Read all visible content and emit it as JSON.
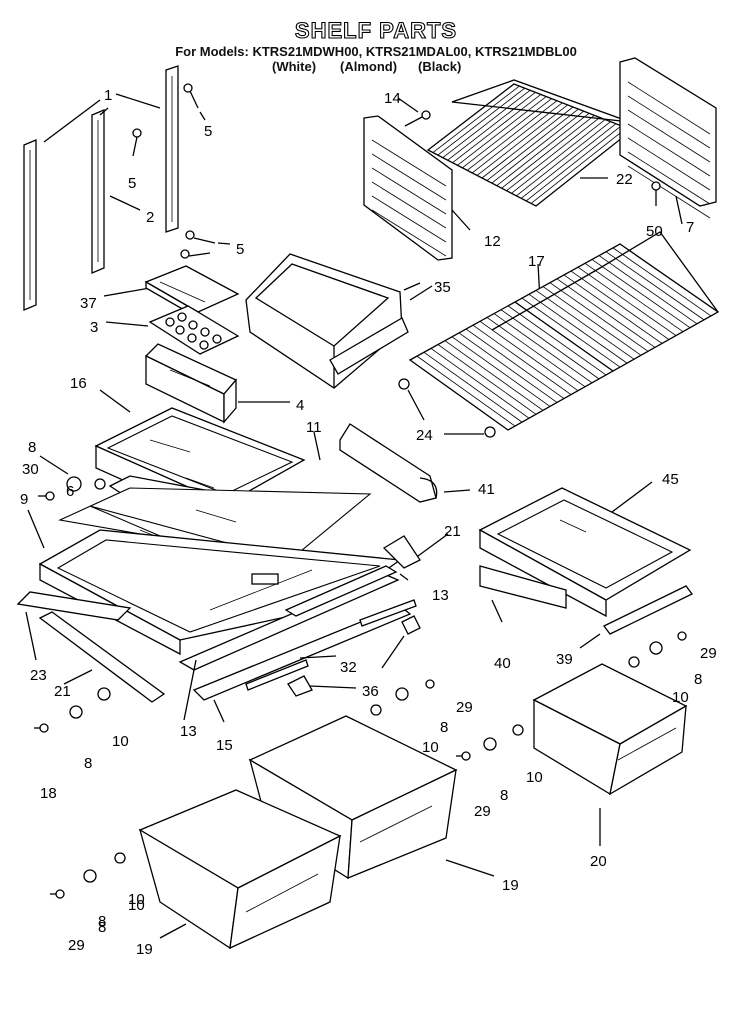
{
  "header": {
    "title": "SHELF PARTS",
    "models": "For Models: KTRS21MDWH00, KTRS21MDAL00, KTRS21MDBL00",
    "finishes": [
      "(White)",
      "(Almond)",
      "(Black)"
    ]
  },
  "callouts": [
    {
      "id": "c1",
      "text": "1"
    },
    {
      "id": "c5a",
      "text": "5"
    },
    {
      "id": "c5b",
      "text": "5"
    },
    {
      "id": "c2",
      "text": "2"
    },
    {
      "id": "c5c",
      "text": "5"
    },
    {
      "id": "c37",
      "text": "37"
    },
    {
      "id": "c3",
      "text": "3"
    },
    {
      "id": "c16",
      "text": "16"
    },
    {
      "id": "c4",
      "text": "4"
    },
    {
      "id": "c14",
      "text": "14"
    },
    {
      "id": "c12",
      "text": "12"
    },
    {
      "id": "c22",
      "text": "22"
    },
    {
      "id": "c50",
      "text": "50"
    },
    {
      "id": "c7",
      "text": "7"
    },
    {
      "id": "c35",
      "text": "35"
    },
    {
      "id": "c17",
      "text": "17"
    },
    {
      "id": "c24",
      "text": "24"
    },
    {
      "id": "c8a",
      "text": "8"
    },
    {
      "id": "c30",
      "text": "30"
    },
    {
      "id": "c6",
      "text": "6"
    },
    {
      "id": "c9",
      "text": "9"
    },
    {
      "id": "c11",
      "text": "11"
    },
    {
      "id": "c41",
      "text": "41"
    },
    {
      "id": "c21a",
      "text": "21"
    },
    {
      "id": "c13a",
      "text": "13"
    },
    {
      "id": "c45",
      "text": "45"
    },
    {
      "id": "c23",
      "text": "23"
    },
    {
      "id": "c21b",
      "text": "21"
    },
    {
      "id": "c13b",
      "text": "13"
    },
    {
      "id": "c32",
      "text": "32"
    },
    {
      "id": "c36",
      "text": "36"
    },
    {
      "id": "c40",
      "text": "40"
    },
    {
      "id": "c39",
      "text": "39"
    },
    {
      "id": "c29a",
      "text": "29"
    },
    {
      "id": "c8b",
      "text": "8"
    },
    {
      "id": "c10a",
      "text": "10"
    },
    {
      "id": "c15",
      "text": "15"
    },
    {
      "id": "c10b",
      "text": "10"
    },
    {
      "id": "c8c",
      "text": "8"
    },
    {
      "id": "c29b",
      "text": "29"
    },
    {
      "id": "c8d",
      "text": "8"
    },
    {
      "id": "c10c",
      "text": "10"
    },
    {
      "id": "c18",
      "text": "18"
    },
    {
      "id": "c8e",
      "text": "8"
    },
    {
      "id": "c10d",
      "text": "10"
    },
    {
      "id": "c29c",
      "text": "29"
    },
    {
      "id": "c8f",
      "text": "8"
    },
    {
      "id": "c10e",
      "text": "10"
    },
    {
      "id": "c20",
      "text": "20"
    },
    {
      "id": "c19a",
      "text": "19"
    },
    {
      "id": "c29d",
      "text": "29"
    },
    {
      "id": "c8g",
      "text": "8"
    },
    {
      "id": "c10f",
      "text": "10"
    },
    {
      "id": "c19b",
      "text": "19"
    }
  ]
}
